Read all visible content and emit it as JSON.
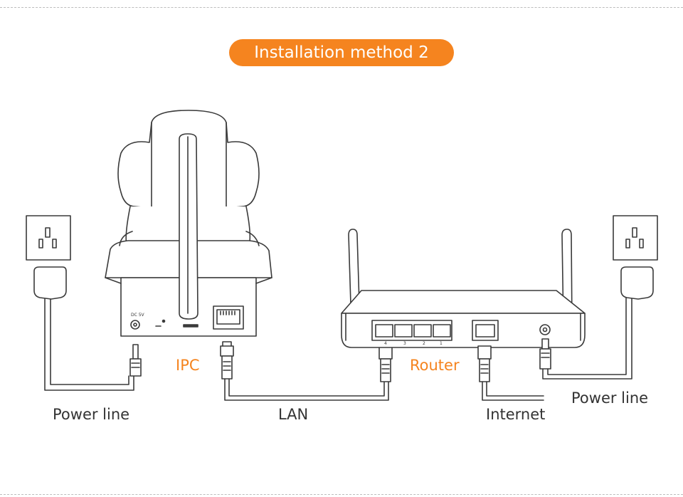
{
  "title": "Installation method 2",
  "labels": {
    "ipc": "IPC",
    "router": "Router",
    "lan": "LAN",
    "internet": "Internet",
    "power_line_left": "Power line",
    "power_line_right": "Power line",
    "camera_dc": "DC 5V",
    "router_ports": [
      "4",
      "3",
      "2",
      "1"
    ]
  },
  "colors": {
    "accent": "#f5841f",
    "line": "#3a3a3a",
    "device_fill": "#ffffff",
    "text": "#333333"
  },
  "icons": [
    "power-outlet-icon",
    "power-plug-icon",
    "ip-camera-icon",
    "router-icon",
    "rj45-connector-icon",
    "dc-jack-icon"
  ]
}
